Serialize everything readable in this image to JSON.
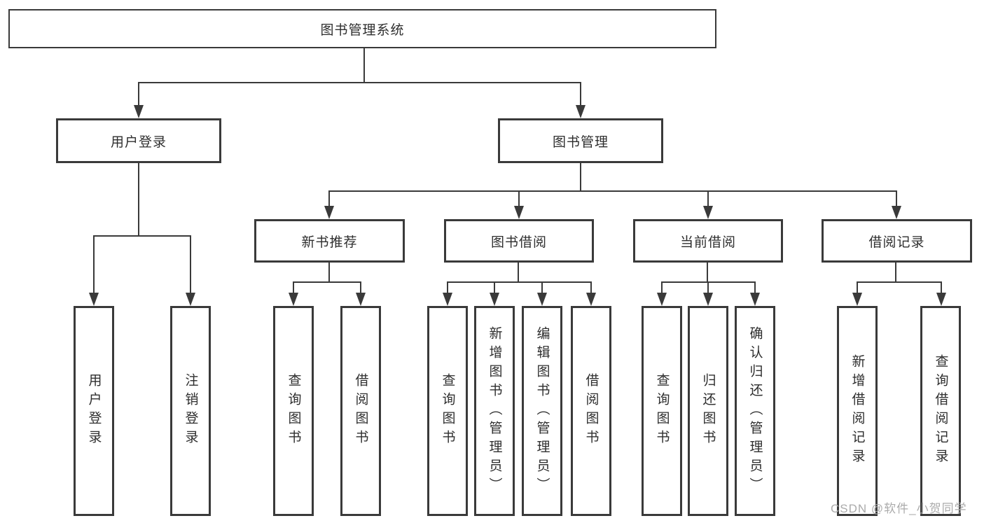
{
  "diagram": {
    "root": {
      "label": "图书管理系统"
    },
    "branches": [
      {
        "label": "用户登录",
        "children": [
          {
            "label": "用户登录"
          },
          {
            "label": "注销登录"
          }
        ]
      },
      {
        "label": "图书管理",
        "children": [
          {
            "label": "新书推荐",
            "children": [
              {
                "label": "查询图书"
              },
              {
                "label": "借阅图书"
              }
            ]
          },
          {
            "label": "图书借阅",
            "children": [
              {
                "label": "查询图书"
              },
              {
                "label": "新增图书（管理员）"
              },
              {
                "label": "编辑图书（管理员）"
              },
              {
                "label": "借阅图书"
              }
            ]
          },
          {
            "label": "当前借阅",
            "children": [
              {
                "label": "查询图书"
              },
              {
                "label": "归还图书"
              },
              {
                "label": "确认归还（管理员）"
              }
            ]
          },
          {
            "label": "借阅记录",
            "children": [
              {
                "label": "新增借阅记录"
              },
              {
                "label": "查询借阅记录"
              }
            ]
          }
        ]
      }
    ]
  },
  "watermark": {
    "text": "CSDN @软件_小贺同学"
  },
  "colors": {
    "line": "#3a3a3a",
    "text": "#2e2e2e",
    "watermark": "#ababab",
    "background": "#ffffff"
  }
}
